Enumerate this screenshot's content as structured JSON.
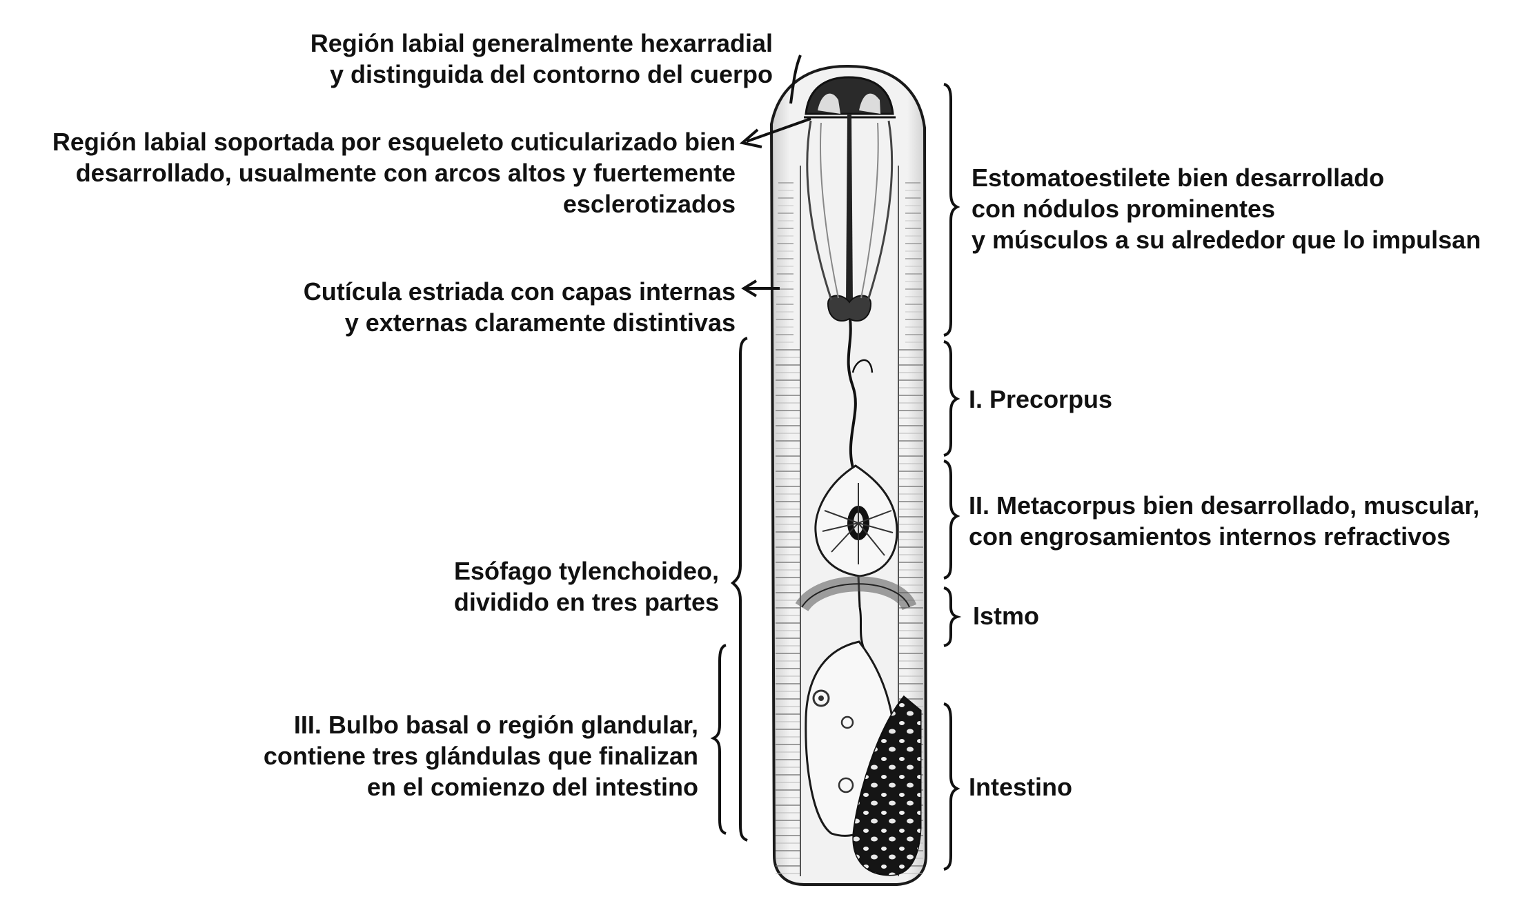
{
  "labels": {
    "labial_hexa": [
      "Región labial generalmente hexarradial",
      "y distinguida del contorno del cuerpo"
    ],
    "labial_skeleton": [
      "Región labial soportada por esqueleto cuticularizado bien",
      "desarrollado, usualmente con arcos altos y fuertemente",
      "esclerotizados"
    ],
    "cuticle": [
      "Cutícula estriada con capas internas",
      "y externas claramente distintivas"
    ],
    "esophagus": [
      "Esófago tylenchoideo,",
      "dividido en tres partes"
    ],
    "basal_bulb": [
      "III. Bulbo basal o región glandular,",
      "contiene tres glándulas que finalizan",
      "en el comienzo del intestino"
    ],
    "stylet": [
      "Estomatoestilete bien desarrollado",
      "con nódulos prominentes",
      "y músculos a su alrededor que lo impulsan"
    ],
    "precorpus": [
      "I. Precorpus"
    ],
    "metacorpus": [
      "II. Metacorpus bien desarrollado, muscular,",
      "con engrosamientos internos refractivos"
    ],
    "isthmus": [
      "Istmo"
    ],
    "intestine": [
      "Intestino"
    ]
  },
  "colors": {
    "ink": "#111111",
    "body_fill": "#e9e9e9",
    "intestine_fill": "#151515"
  }
}
